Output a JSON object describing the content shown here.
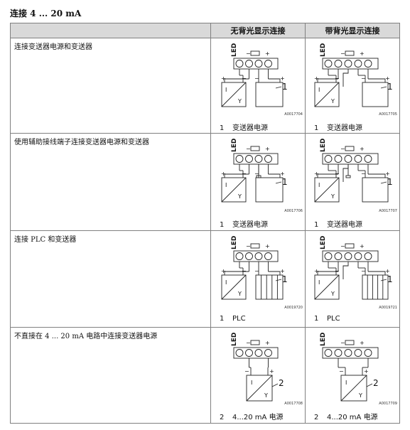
{
  "title": "连接 4 ... 20 mA",
  "headers": [
    "",
    "无背光显示连接",
    "带背光显示连接"
  ],
  "diagram_text": {
    "led": "LED",
    "i": "I",
    "y": "Y",
    "plus": "+",
    "minus": "−"
  },
  "rows": [
    {
      "label": "连接变送器电源和变送器",
      "callout": "1",
      "cells": [
        {
          "code": "A0017704",
          "legend_num": "1",
          "legend_text": "变送器电源"
        },
        {
          "code": "A0017705",
          "legend_num": "1",
          "legend_text": "变送器电源"
        }
      ]
    },
    {
      "label": "使用辅助接线端子连接变送器电源和变送器",
      "callout": "1",
      "cells": [
        {
          "code": "A0017706",
          "legend_num": "1",
          "legend_text": "变送器电源"
        },
        {
          "code": "A0017707",
          "legend_num": "1",
          "legend_text": "变送器电源"
        }
      ]
    },
    {
      "label": "连接 PLC 和变送器",
      "callout": "1",
      "cells": [
        {
          "code": "A0019720",
          "legend_num": "1",
          "legend_text": "PLC"
        },
        {
          "code": "A0019721",
          "legend_num": "1",
          "legend_text": "PLC"
        }
      ]
    },
    {
      "label": "不直接在 4 ... 20 mA 电路中连接变送器电源",
      "callout": "2",
      "cells": [
        {
          "code": "A0017708",
          "legend_num": "2",
          "legend_text": "4...20 mA 电源"
        },
        {
          "code": "A0017709",
          "legend_num": "2",
          "legend_text": "4...20 mA 电源"
        }
      ]
    }
  ]
}
